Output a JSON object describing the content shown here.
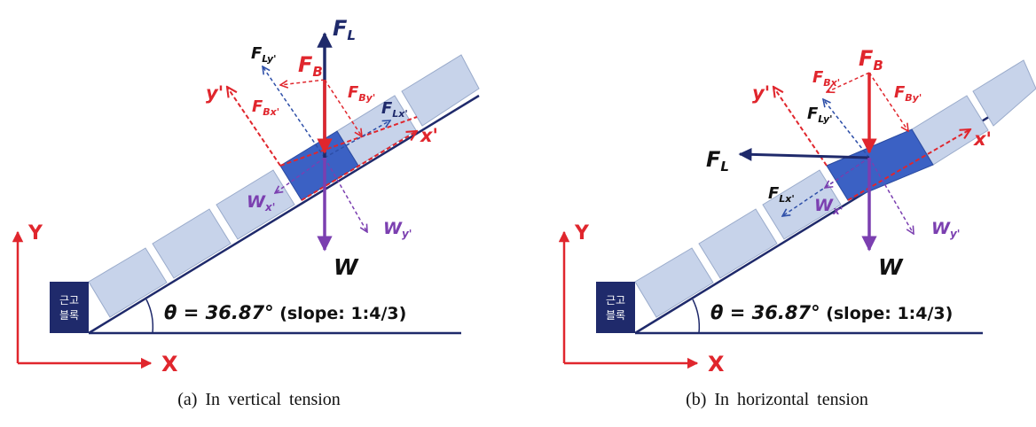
{
  "panels": [
    {
      "id": "a",
      "caption": "(a) In vertical tension",
      "labels": {
        "FL_main": "F",
        "FL_sub": "L",
        "FB_main": "F",
        "FB_sub": "B",
        "FLy_main": "F",
        "FLy_sub": "Ly'",
        "FBx_main": "F",
        "FBx_sub": "Bx'",
        "FBy_main": "F",
        "FBy_sub": "By'",
        "FLx_main": "F",
        "FLx_sub": "Lx'",
        "W": "W",
        "Wx_main": "W",
        "Wx_sub": "x'",
        "Wy_main": "W",
        "Wy_sub": "y'",
        "x_prime": "x'",
        "y_prime": "y'"
      },
      "axes": {
        "x": "X",
        "y": "Y"
      },
      "angle_main": "θ = 36.87°",
      "angle_extra": " (slope: 1:4/3)",
      "block_line1": "근고",
      "block_line2": "블록"
    },
    {
      "id": "b",
      "caption": "(b) In horizontal tension",
      "labels": {
        "FL_main": "F",
        "FL_sub": "L",
        "FB_main": "F",
        "FB_sub": "B",
        "FBx_main": "F",
        "FBx_sub": "Bx'",
        "FBy_main": "F",
        "FBy_sub": "By'",
        "FLy_main": "F",
        "FLy_sub": "Ly'",
        "FLx_main": "F",
        "FLx_sub": "Lx'",
        "W": "W",
        "Wx_main": "W",
        "Wx_sub": "x'",
        "Wy_main": "W",
        "Wy_sub": "y'",
        "x_prime": "x'",
        "y_prime": "y'"
      },
      "axes": {
        "x": "X",
        "y": "Y"
      },
      "angle_main": "θ = 36.87°",
      "angle_extra": " (slope: 1:4/3)",
      "block_line1": "근고",
      "block_line2": "블록"
    }
  ],
  "colors": {
    "navy": "#1f2a6b",
    "red": "#e0262d",
    "purple": "#7b3fb0",
    "blue_dashed": "#2e4fa8",
    "mat_light": "#c7d3ea",
    "mat_dark": "#3b61c4"
  }
}
